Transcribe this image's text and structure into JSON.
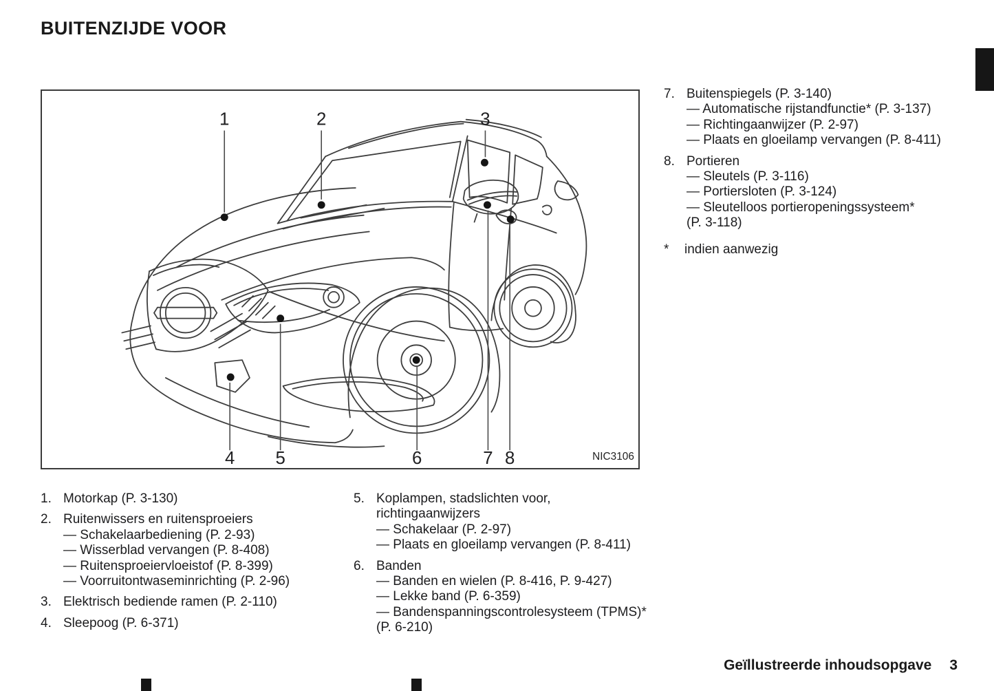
{
  "page": {
    "title": "BUITENZIJDE VOOR",
    "footer_section": "Geïllustreerde inhoudsopgave",
    "footer_page": "3",
    "ink_color": "#1c1c1e",
    "tab_color": "#161616"
  },
  "diagram": {
    "figure_code": "NIC3106",
    "callouts": [
      {
        "label": "1"
      },
      {
        "label": "2"
      },
      {
        "label": "3"
      },
      {
        "label": "4"
      },
      {
        "label": "5"
      },
      {
        "label": "6"
      },
      {
        "label": "7"
      },
      {
        "label": "8"
      }
    ]
  },
  "legend": {
    "bottom_left": [
      {
        "num": "1.",
        "title": "Motorkap (P. 3-130)",
        "subs": []
      },
      {
        "num": "2.",
        "title": "Ruitenwissers en ruitensproeiers",
        "subs": [
          "— Schakelaarbediening (P. 2-93)",
          "— Wisserblad vervangen (P. 8-408)",
          "— Ruitensproeiervloeistof (P. 8-399)",
          "— Voorruitontwaseminrichting (P. 2-96)"
        ]
      },
      {
        "num": "3.",
        "title": "Elektrisch bediende ramen (P. 2-110)",
        "subs": []
      },
      {
        "num": "4.",
        "title": "Sleepoog (P. 6-371)",
        "subs": []
      }
    ],
    "bottom_right": [
      {
        "num": "5.",
        "title": "Koplampen, stadslichten voor, richtingaanwijzers",
        "subs": [
          "— Schakelaar (P. 2-97)",
          "— Plaats en gloeilamp vervangen (P. 8-411)"
        ]
      },
      {
        "num": "6.",
        "title": "Banden",
        "subs": [
          "— Banden en wielen (P. 8-416, P. 9-427)",
          "— Lekke band (P. 6-359)",
          "— Bandenspanningscontrolesysteem (TPMS)*",
          "(P. 6-210)"
        ]
      }
    ],
    "right": [
      {
        "num": "7.",
        "title": "Buitenspiegels (P. 3-140)",
        "subs": [
          "— Automatische rijstandfunctie* (P. 3-137)",
          "— Richtingaanwijzer (P. 2-97)",
          "— Plaats en gloeilamp vervangen (P. 8-411)"
        ]
      },
      {
        "num": "8.",
        "title": "Portieren",
        "subs": [
          "— Sleutels (P. 3-116)",
          "— Portiersloten (P. 3-124)",
          "— Sleutelloos portieropeningssysteem*",
          "(P. 3-118)"
        ]
      }
    ],
    "footnote_marker": "*",
    "footnote_text": "indien aanwezig"
  }
}
